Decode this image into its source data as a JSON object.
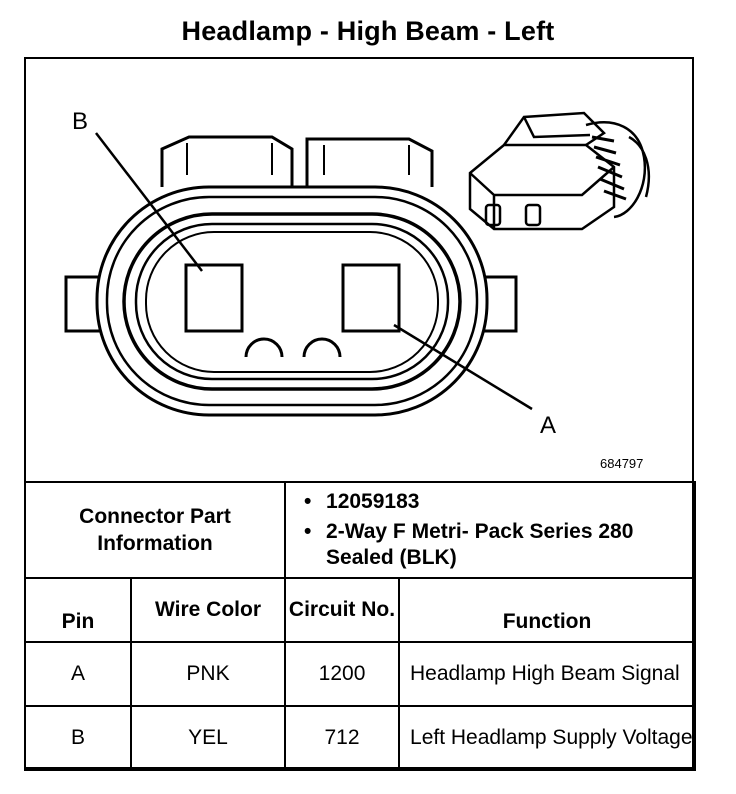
{
  "title": "Headlamp - High Beam - Left",
  "diagram": {
    "label_a": "A",
    "label_b": "B",
    "reference_number": "684797"
  },
  "connector": {
    "label": "Connector Part Information",
    "part_number": "12059183",
    "description": "2-Way F Metri- Pack Series 280 Sealed (BLK)"
  },
  "table": {
    "headers": {
      "pin": "Pin",
      "wire_color": "Wire Color",
      "circuit": "Circuit No.",
      "function": "Function"
    },
    "rows": [
      {
        "pin": "A",
        "wire_color": "PNK",
        "circuit": "1200",
        "function": "Headlamp High Beam Signal"
      },
      {
        "pin": "B",
        "wire_color": "YEL",
        "circuit": "712",
        "function": "Left Headlamp Supply Voltage"
      }
    ]
  }
}
